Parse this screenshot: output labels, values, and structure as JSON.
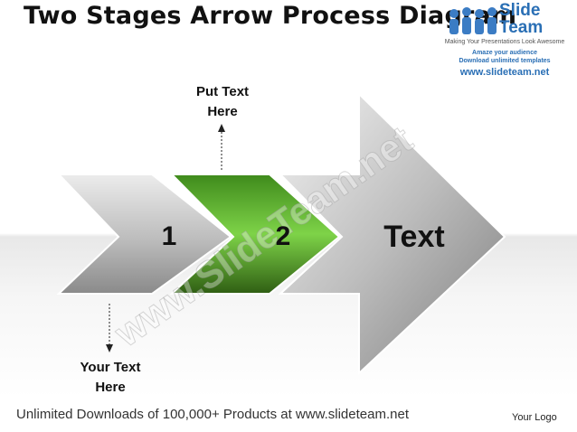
{
  "title": "Two Stages Arrow Process Diagram",
  "logo": {
    "name_line1": "Slide",
    "name_line2": "Team",
    "tagline": "Making Your Presentations Look Awesome",
    "promo1": "Amaze your audience",
    "promo2": "Download unlimited templates",
    "url": "www.slideteam.net"
  },
  "diagram": {
    "stage1_number": "1",
    "stage2_number": "2",
    "main_text": "Text",
    "top_note_line1": "Put Text",
    "top_note_line2": "Here",
    "bottom_note_line1": "Your Text",
    "bottom_note_line2": "Here",
    "colors": {
      "gray_light": "#e6e6e6",
      "gray_dark": "#8a8a8a",
      "green_light": "#7ed348",
      "green_dark": "#2f5e13"
    }
  },
  "watermark": "www.SlideTeam.net",
  "footer": {
    "text": "Unlimited Downloads of 100,000+ Products at www.slideteam.net",
    "logo_placeholder": "Your Logo"
  }
}
